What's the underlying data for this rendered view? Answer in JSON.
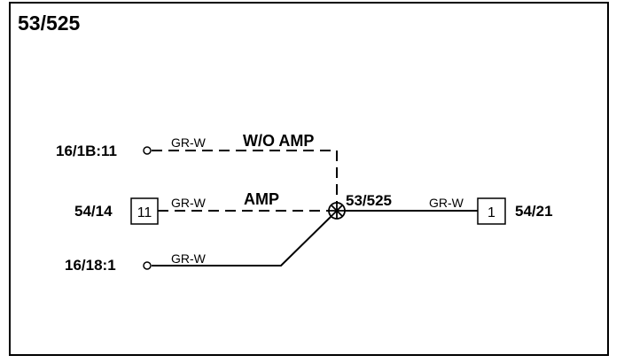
{
  "title": "53/525",
  "wire_color": "GR-W",
  "labels": {
    "wo_amp": "W/O AMP",
    "amp": "AMP"
  },
  "connectors": {
    "c1": {
      "ref": "16/1B:11"
    },
    "c2": {
      "ref": "54/14",
      "pin": "11"
    },
    "c3": {
      "ref": "16/18:1"
    },
    "splice": {
      "ref": "53/525"
    },
    "c4": {
      "ref": "54/21",
      "pin": "1"
    }
  },
  "colors": {
    "line": "#000000",
    "background": "#ffffff"
  }
}
